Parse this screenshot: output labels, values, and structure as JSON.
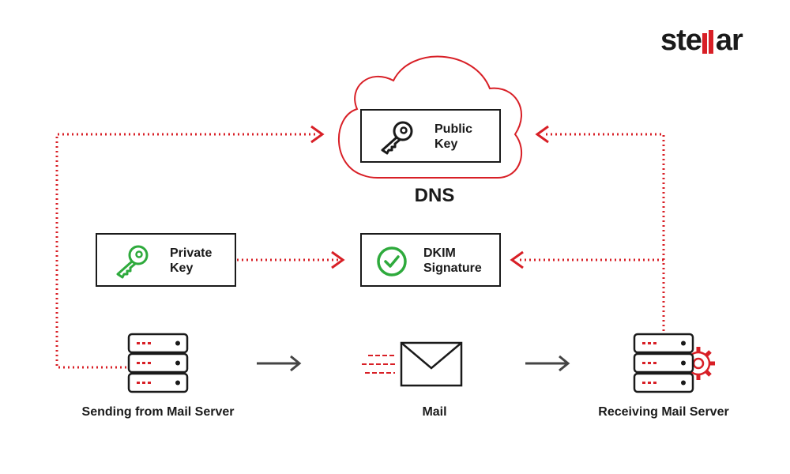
{
  "brand": {
    "logo_text_start": "ste",
    "logo_text_end": "ar",
    "logo_alt": "stellar",
    "accent_color": "#d81f26",
    "check_color": "#2eaa3c"
  },
  "dns": {
    "label": "DNS",
    "public_key_label": "Public\nKey"
  },
  "private_key": {
    "label": "Private\nKey"
  },
  "dkim": {
    "label": "DKIM\nSignature"
  },
  "nodes": {
    "sender_label": "Sending from Mail Server",
    "mail_label": "Mail",
    "receiver_label": "Receiving Mail Server"
  },
  "icons": {
    "public_key": "key-icon",
    "private_key": "key-icon",
    "dkim": "check-circle-icon",
    "sender": "server-icon",
    "receiver": "server-gear-icon",
    "mail": "envelope-icon"
  }
}
